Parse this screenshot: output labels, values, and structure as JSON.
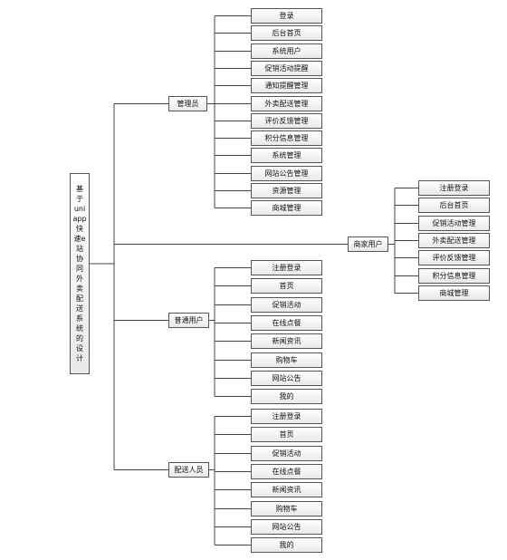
{
  "root": {
    "title_lines": [
      "基",
      "于",
      "uni",
      "app",
      "快",
      "速e",
      "站",
      "协",
      "同",
      "外",
      "卖",
      "配",
      "送",
      "系",
      "统",
      "的",
      "设",
      "计"
    ]
  },
  "branches": {
    "admin": {
      "label": "管理员",
      "children": [
        "登录",
        "后台首页",
        "系统用户",
        "促销活动提醒",
        "通知提醒管理",
        "外卖配送管理",
        "评价反馈管理",
        "积分信息管理",
        "系统管理",
        "网站公告管理",
        "资源管理",
        "商城管理"
      ]
    },
    "merchant": {
      "label": "商家用户",
      "children": [
        "注册登录",
        "后台首页",
        "促销活动管理",
        "外卖配送管理",
        "评价反馈管理",
        "积分信息管理",
        "商城管理"
      ]
    },
    "user": {
      "label": "普通用户",
      "children": [
        "注册登录",
        "首页",
        "促销活动",
        "在线点餐",
        "新闻资讯",
        "购物车",
        "网站公告",
        "我的"
      ]
    },
    "courier": {
      "label": "配送人员",
      "children": [
        "注册登录",
        "首页",
        "促销活动",
        "在线点餐",
        "新闻资讯",
        "购物车",
        "网站公告",
        "我的"
      ]
    }
  },
  "colors": {
    "line": "#444444",
    "border": "#555555",
    "fill": "#f2f2f2"
  }
}
